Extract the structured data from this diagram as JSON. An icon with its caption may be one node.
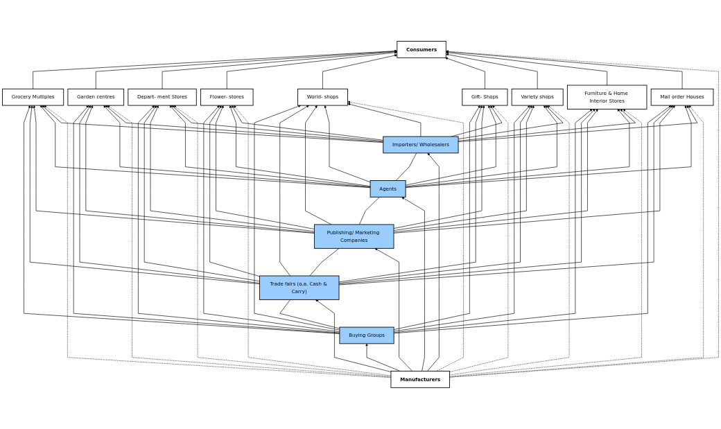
{
  "diagram": {
    "nodes": [
      {
        "text": [
          "Consumers"
        ]
      },
      {
        "text": [
          "Grocery Multiples"
        ]
      },
      {
        "text": [
          "Garden centres"
        ]
      },
      {
        "text": [
          "Depart- ment Stores"
        ]
      },
      {
        "text": [
          "Flower- stores"
        ]
      },
      {
        "text": [
          "World- shops"
        ]
      },
      {
        "text": [
          "Gift- Shops"
        ]
      },
      {
        "text": [
          "Variety shops"
        ]
      },
      {
        "text": [
          "Furniture & Home Interior Stores"
        ]
      },
      {
        "text": [
          "Mail order Houses"
        ]
      },
      {
        "text": [
          "Buying Groups"
        ]
      },
      {
        "text": [
          "Trade fairs (o.a. Cash & Carry)"
        ]
      },
      {
        "text": [
          "Publishing/ Marketing Companies"
        ]
      },
      {
        "text": [
          "Agents"
        ]
      },
      {
        "text": [
          "Importers/ Wholesalers"
        ]
      },
      {
        "text": [
          "Manufacturers"
        ]
      }
    ],
    "edges": [
      {
        "from": 1,
        "to": 0,
        "arrow": "to"
      },
      {
        "from": 2,
        "to": 0,
        "arrow": "to"
      },
      {
        "from": 3,
        "to": 0,
        "arrow": "to"
      },
      {
        "from": 4,
        "to": 0,
        "arrow": "to"
      },
      {
        "from": 5,
        "to": 0,
        "arrow": "to"
      },
      {
        "from": 6,
        "to": 0,
        "arrow": "to"
      },
      {
        "from": 7,
        "to": 0,
        "arrow": "to"
      },
      {
        "from": 8,
        "to": 0,
        "arrow": "to"
      },
      {
        "from": 9,
        "to": 0,
        "arrow": "to"
      },
      {
        "from": 15,
        "to": 0,
        "arrow": "to",
        "style": "dashed"
      },
      {
        "from": 10,
        "to": 1,
        "arrow": "to"
      },
      {
        "from": 10,
        "to": 2,
        "arrow": "to"
      },
      {
        "from": 10,
        "to": 3,
        "arrow": "to"
      },
      {
        "from": 10,
        "to": 4,
        "arrow": "to"
      },
      {
        "from": 10,
        "to": 5,
        "arrow": "to"
      },
      {
        "from": 10,
        "to": 6,
        "arrow": "to"
      },
      {
        "from": 10,
        "to": 7,
        "arrow": "to"
      },
      {
        "from": 10,
        "to": 8,
        "arrow": "to"
      },
      {
        "from": 10,
        "to": 9,
        "arrow": "to"
      },
      {
        "from": 11,
        "to": 1,
        "arrow": "to"
      },
      {
        "from": 11,
        "to": 2,
        "arrow": "to"
      },
      {
        "from": 11,
        "to": 3,
        "arrow": "to"
      },
      {
        "from": 11,
        "to": 4,
        "arrow": "to"
      },
      {
        "from": 11,
        "to": 5,
        "arrow": "to"
      },
      {
        "from": 11,
        "to": 6,
        "arrow": "to"
      },
      {
        "from": 11,
        "to": 7,
        "arrow": "to"
      },
      {
        "from": 11,
        "to": 8,
        "arrow": "to"
      },
      {
        "from": 11,
        "to": 9,
        "arrow": "to"
      },
      {
        "from": 12,
        "to": 1,
        "arrow": "to"
      },
      {
        "from": 12,
        "to": 2,
        "arrow": "to"
      },
      {
        "from": 12,
        "to": 3,
        "arrow": "to"
      },
      {
        "from": 12,
        "to": 4,
        "arrow": "to"
      },
      {
        "from": 12,
        "to": 5,
        "arrow": "to"
      },
      {
        "from": 12,
        "to": 6,
        "arrow": "to"
      },
      {
        "from": 12,
        "to": 7,
        "arrow": "to"
      },
      {
        "from": 12,
        "to": 8,
        "arrow": "to"
      },
      {
        "from": 12,
        "to": 9,
        "arrow": "to"
      },
      {
        "from": 13,
        "to": 1,
        "arrow": "to"
      },
      {
        "from": 13,
        "to": 2,
        "arrow": "to"
      },
      {
        "from": 13,
        "to": 3,
        "arrow": "to"
      },
      {
        "from": 13,
        "to": 4,
        "arrow": "to"
      },
      {
        "from": 13,
        "to": 5,
        "arrow": "to"
      },
      {
        "from": 13,
        "to": 6,
        "arrow": "to"
      },
      {
        "from": 13,
        "to": 7,
        "arrow": "to"
      },
      {
        "from": 13,
        "to": 8,
        "arrow": "to"
      },
      {
        "from": 13,
        "to": 9,
        "arrow": "to"
      },
      {
        "from": 14,
        "to": 1,
        "arrow": "to"
      },
      {
        "from": 14,
        "to": 2,
        "arrow": "to"
      },
      {
        "from": 14,
        "to": 3,
        "arrow": "to"
      },
      {
        "from": 14,
        "to": 4,
        "arrow": "to"
      },
      {
        "from": 14,
        "to": 5,
        "arrow": "to"
      },
      {
        "from": 14,
        "to": 6,
        "arrow": "to"
      },
      {
        "from": 14,
        "to": 7,
        "arrow": "to"
      },
      {
        "from": 14,
        "to": 8,
        "arrow": "to"
      },
      {
        "from": 14,
        "to": 9,
        "arrow": "to"
      },
      {
        "from": 15,
        "to": 1,
        "arrow": "to",
        "style": "dashed"
      },
      {
        "from": 15,
        "to": 2,
        "arrow": "to",
        "style": "dashed"
      },
      {
        "from": 15,
        "to": 3,
        "arrow": "to",
        "style": "dashed"
      },
      {
        "from": 15,
        "to": 4,
        "arrow": "to",
        "style": "dashed"
      },
      {
        "from": 15,
        "to": 5,
        "arrow": "to",
        "style": "dashed"
      },
      {
        "from": 15,
        "to": 6,
        "arrow": "to",
        "style": "dashed"
      },
      {
        "from": 15,
        "to": 7,
        "arrow": "to",
        "style": "dashed"
      },
      {
        "from": 15,
        "to": 8,
        "arrow": "to",
        "style": "dashed"
      },
      {
        "from": 15,
        "to": 9,
        "arrow": "to",
        "style": "dashed"
      },
      {
        "from": 10,
        "to": 11,
        "arrow": "none"
      },
      {
        "from": 11,
        "to": 12,
        "arrow": "none"
      },
      {
        "from": 12,
        "to": 13,
        "arrow": "none"
      },
      {
        "from": 13,
        "to": 14,
        "arrow": "none"
      },
      {
        "from": 15,
        "to": 10,
        "arrow": "to"
      },
      {
        "from": 15,
        "to": 11,
        "arrow": "to"
      },
      {
        "from": 15,
        "to": 12,
        "arrow": "to"
      },
      {
        "from": 15,
        "to": 13,
        "arrow": "to"
      },
      {
        "from": 15,
        "to": 14,
        "arrow": "to"
      }
    ]
  }
}
